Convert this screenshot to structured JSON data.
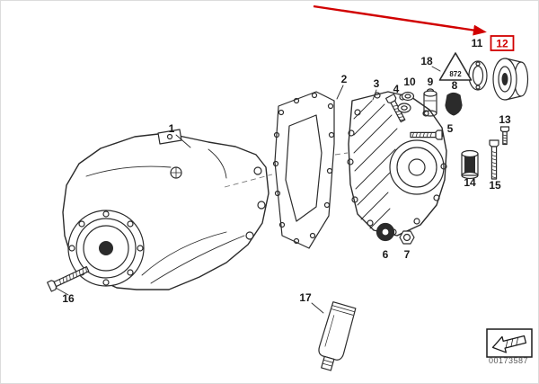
{
  "figure": {
    "doc_number": "00173587",
    "warning_triangle_text": "872",
    "highlighted_part": "12",
    "callouts": {
      "1": "1",
      "2": "2",
      "3": "3",
      "4": "4",
      "5": "5",
      "6": "6",
      "7": "7",
      "8": "8",
      "9": "9",
      "10": "10",
      "11": "11",
      "12": "12",
      "13": "13",
      "14": "14",
      "15": "15",
      "16": "16",
      "17": "17",
      "18": "18"
    }
  },
  "colors": {
    "highlight": "#d10000",
    "line": "#2b2b2b"
  }
}
